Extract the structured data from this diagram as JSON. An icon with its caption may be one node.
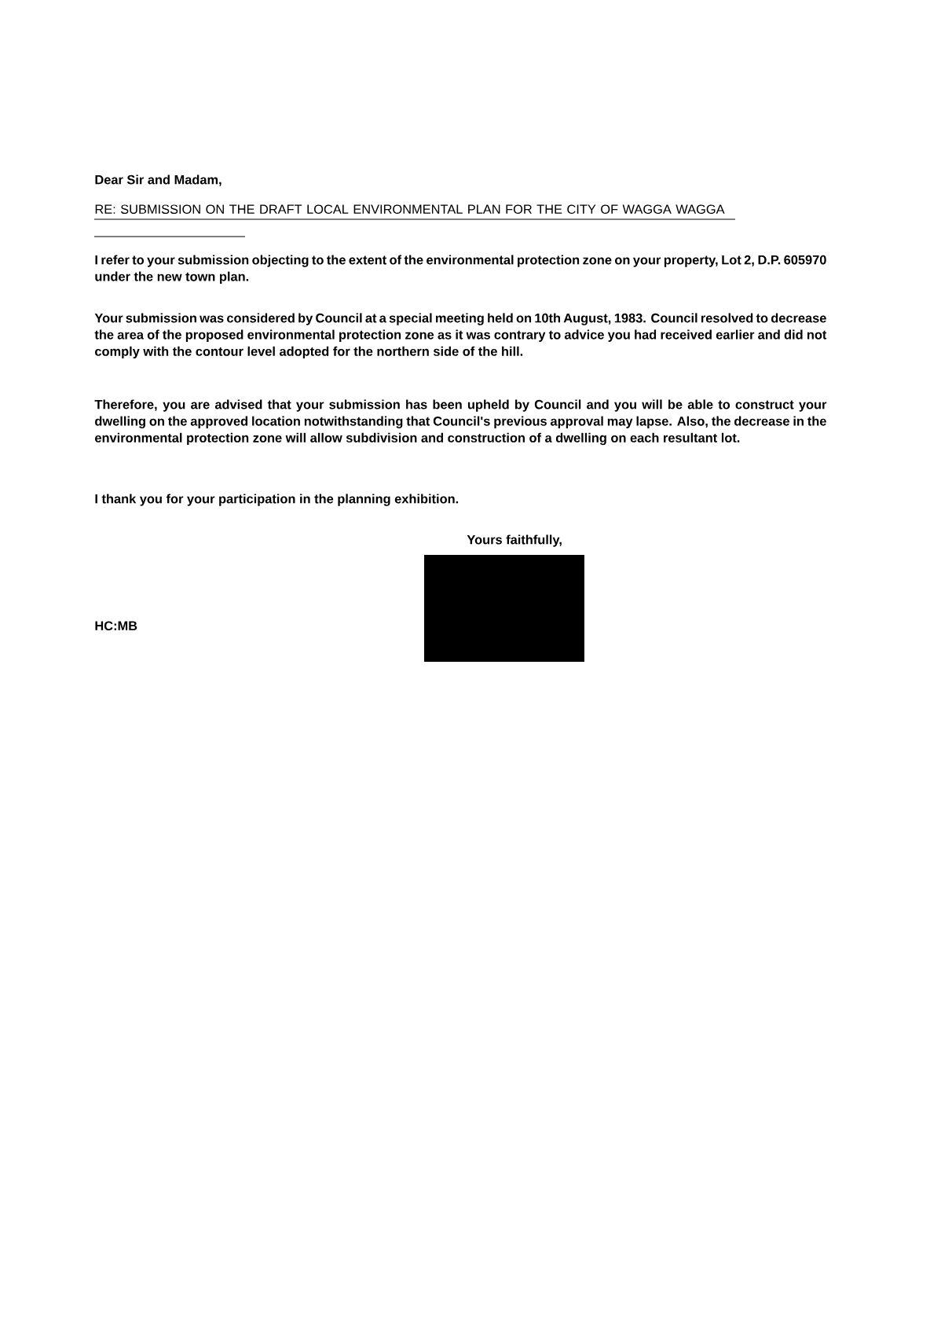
{
  "diagram": {
    "labels": [
      "Dear Sir and Madam,",
      "RE: SUBMISSION ON THE DRAFT LOCAL ENVIRONMENTAL PLAN FOR THE CITY OF WAGGA WAGGA",
      "I refer to your submission objecting to the extent of the environmental protection zone on your property, Lot 2, D.P. 605970 under the new town plan.",
      "Your submission was considered by Council at a special meeting held on 10th August, 1983. Council resolved to decrease the area of the proposed environmental protection zone as it was contrary to advice you had received earlier and did not comply with the contour level adopted for the northern side of the hill.",
      "Therefore, you are advised that your submission has been upheld by Council and you will be able to construct your dwelling on the approved location notwithstanding that Council's previous approval may lapse. Also, the decrease in the environmental protection zone will allow subdivision and construction of a dwelling on each resultant lot.",
      "I thank you for your participation in the planning exhibition.",
      "Yours faithfully,",
      "HC:MB"
    ]
  }
}
